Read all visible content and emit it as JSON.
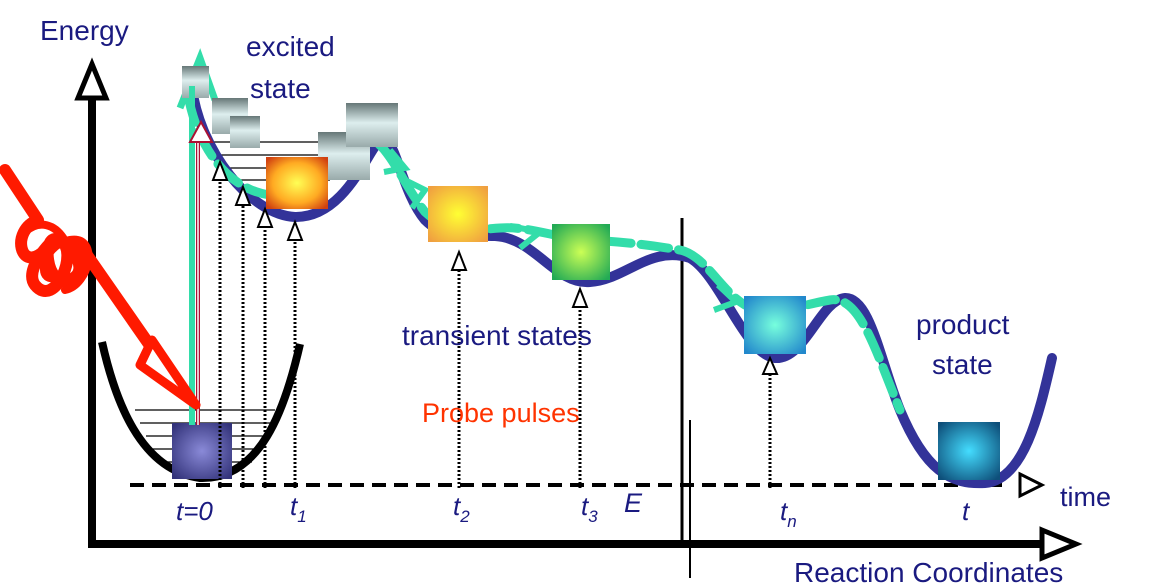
{
  "labels": {
    "energy": "Energy",
    "excited_state_line1": "excited",
    "excited_state_line2": "state",
    "transient_states": "transient states",
    "probe_pulses": "Probe pulses",
    "product_state_line1": "product",
    "product_state_line2": "state",
    "time": "time",
    "reaction_coordinates": "Reaction Coordinates",
    "energy_gap_symbol": "E"
  },
  "time_labels": {
    "t0": "t=0",
    "t1_base": "t",
    "t1_sub": "1",
    "t2_base": "t",
    "t2_sub": "2",
    "t3_base": "t",
    "t3_sub": "3",
    "tn_base": "t",
    "tn_sub": "n",
    "t_final": "t"
  },
  "colors": {
    "axis": "#000000",
    "potential_curve": "#333399",
    "ground_curve": "#000000",
    "label_blue": "#1a1a80",
    "probe_label": "#ff3300",
    "pump_pulse": "#ff1a00",
    "trajectory": "#33ddaa",
    "excitation_arrow": "#aa1133"
  },
  "states": [
    {
      "name": "ground",
      "color_center": "#7a7acc",
      "color_edge": "#3a3a8a"
    },
    {
      "name": "excited-1",
      "color_center": "#ffff33",
      "color_edge": "#e06010"
    },
    {
      "name": "transient-1",
      "color_center": "#ffff22",
      "color_edge": "#f0a030"
    },
    {
      "name": "transient-2",
      "color_center": "#aaff55",
      "color_edge": "#22aa55"
    },
    {
      "name": "transient-3",
      "color_center": "#66ffdd",
      "color_edge": "#2288cc"
    },
    {
      "name": "product",
      "color_center": "#33ccee",
      "color_edge": "#115588"
    }
  ]
}
